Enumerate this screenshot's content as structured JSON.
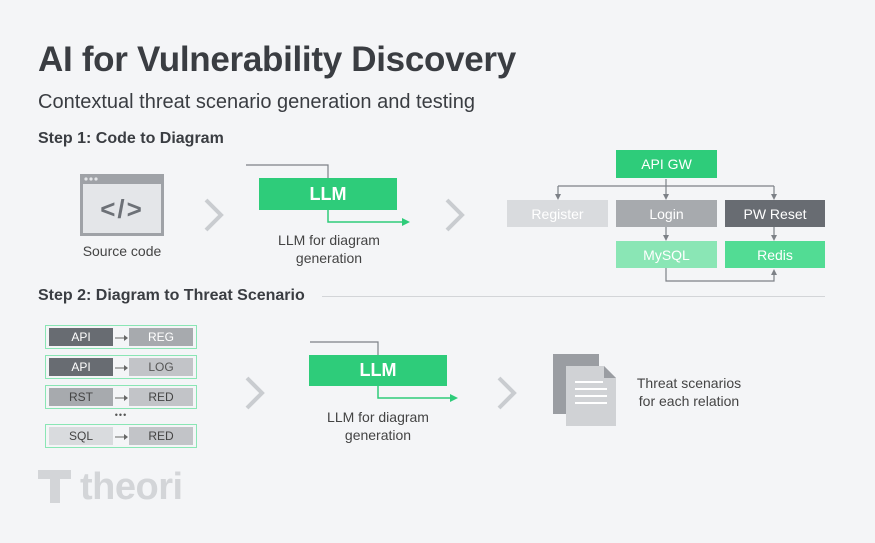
{
  "title": "AI for Vulnerability Discovery",
  "subtitle": "Contextual threat scenario generation and testing",
  "step1": {
    "label": "Step 1: Code to Diagram",
    "source_icon_text": "</>",
    "source_caption": "Source code",
    "llm_label": "LLM",
    "llm_caption_1": "LLM for diagram",
    "llm_caption_2": "generation",
    "diagram": {
      "api_gw": "API GW",
      "register": "Register",
      "login": "Login",
      "pw_reset": "PW Reset",
      "mysql": "MySQL",
      "redis": "Redis"
    }
  },
  "step2": {
    "label": "Step 2: Diagram to Threat Scenario",
    "relations": [
      {
        "from": "API",
        "to": "REG"
      },
      {
        "from": "API",
        "to": "LOG"
      },
      {
        "from": "RST",
        "to": "RED"
      },
      {
        "from": "SQL",
        "to": "RED"
      }
    ],
    "ellipsis": "•••",
    "llm_label": "LLM",
    "llm_caption_1": "LLM for diagram",
    "llm_caption_2": "generation",
    "output_caption_1": "Threat scenarios",
    "output_caption_2": "for each relation"
  },
  "logo_text": "theori",
  "colors": {
    "green": "#2ecc7a",
    "light_green": "#8ae6b5",
    "dark_gray": "#686c72",
    "mid_gray": "#a7aaae",
    "light_gray": "#d9dbde",
    "background": "#f4f5f7"
  },
  "icons": [
    "code-window-icon",
    "chevron-right-icon",
    "document-stack-icon",
    "theori-logo-icon"
  ]
}
